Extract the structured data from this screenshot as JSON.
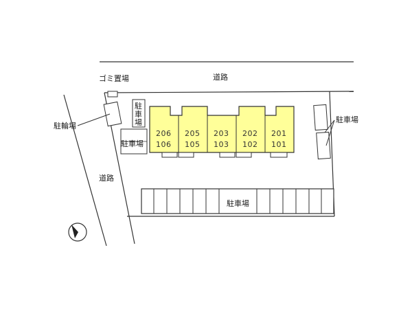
{
  "labels": {
    "road_top": "道路",
    "road_left": "道路",
    "garbage": "ゴミ置場",
    "bicycle": "駐輪場",
    "parking_small_vertical": "駐\n車\n場",
    "parking_left": "駐車場",
    "parking_right": "駐車場",
    "parking_bottom": "駐車場"
  },
  "units": [
    {
      "upper": "206",
      "lower": "106"
    },
    {
      "upper": "205",
      "lower": "105"
    },
    {
      "upper": "203",
      "lower": "103"
    },
    {
      "upper": "202",
      "lower": "102"
    },
    {
      "upper": "201",
      "lower": "101"
    }
  ],
  "colors": {
    "building_fill": "#ffff99",
    "line": "#333333"
  },
  "icons": {
    "compass": "north-arrow-icon"
  }
}
